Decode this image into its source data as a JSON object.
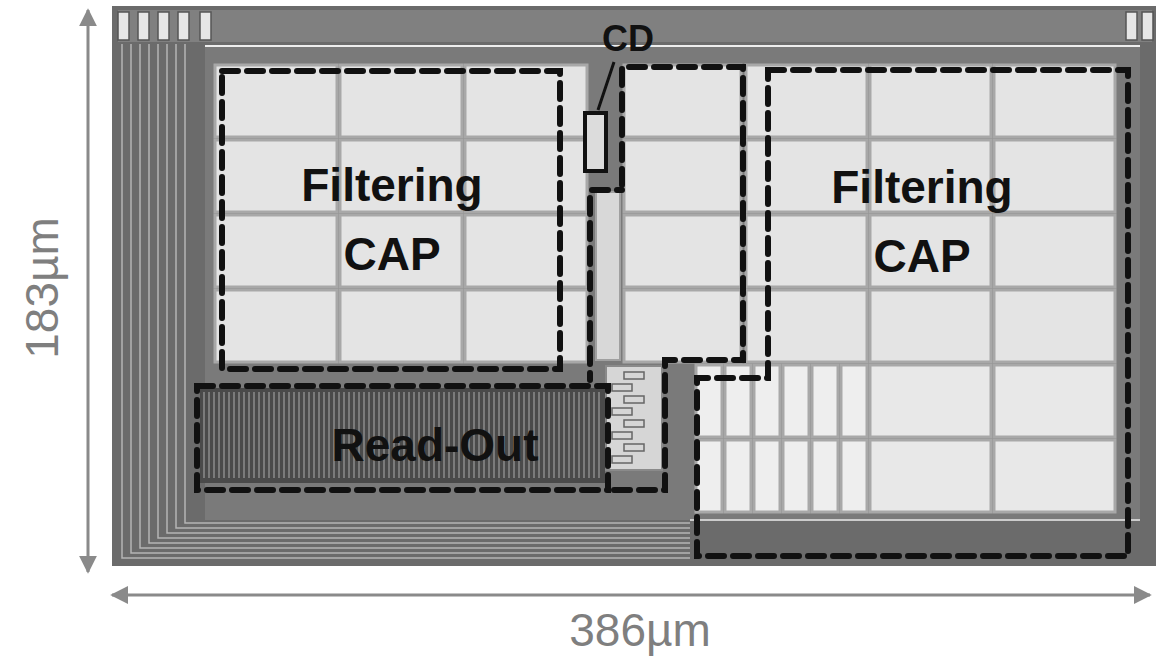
{
  "diagram": {
    "nodes": [
      {
        "text": [
          "Filtering CAP"
        ]
      },
      {
        "text": [
          "CD"
        ]
      },
      {
        "text": [
          "Filtering CAP"
        ]
      },
      {
        "text": [
          "Read-Out"
        ]
      }
    ],
    "labels": [
      "183µm",
      "386µm"
    ]
  }
}
